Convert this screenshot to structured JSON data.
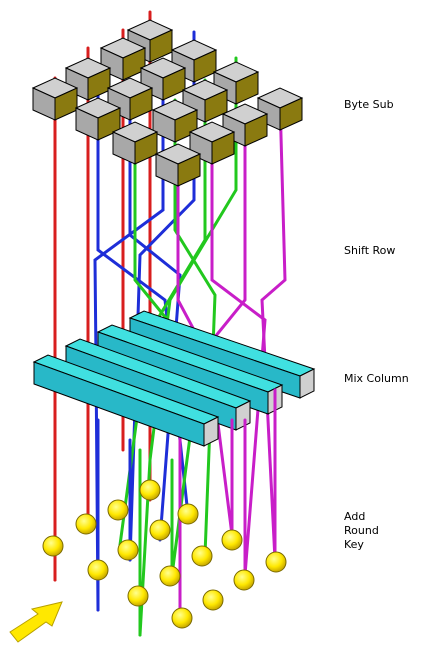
{
  "stages": {
    "byte_sub": "Byte Sub",
    "shift_row": "Shift Row",
    "mix_column": "Mix Column",
    "add_round_key": "Add\nRound\nKey"
  },
  "colors": {
    "red": "#d81e1e",
    "blue": "#1e2ed8",
    "green": "#22c81e",
    "magenta": "#c81ec8",
    "cube_top": "#d0d0d0",
    "cube_left": "#a8a8a8",
    "cube_right": "#8a7a10",
    "bar_top": "#40e0e0",
    "bar_side": "#28b8c8",
    "bar_end": "#d0d0d0",
    "key_ball": "#ffe800",
    "arrow": "#ffe800"
  },
  "icons": {
    "input_arrow": "arrow-icon"
  }
}
